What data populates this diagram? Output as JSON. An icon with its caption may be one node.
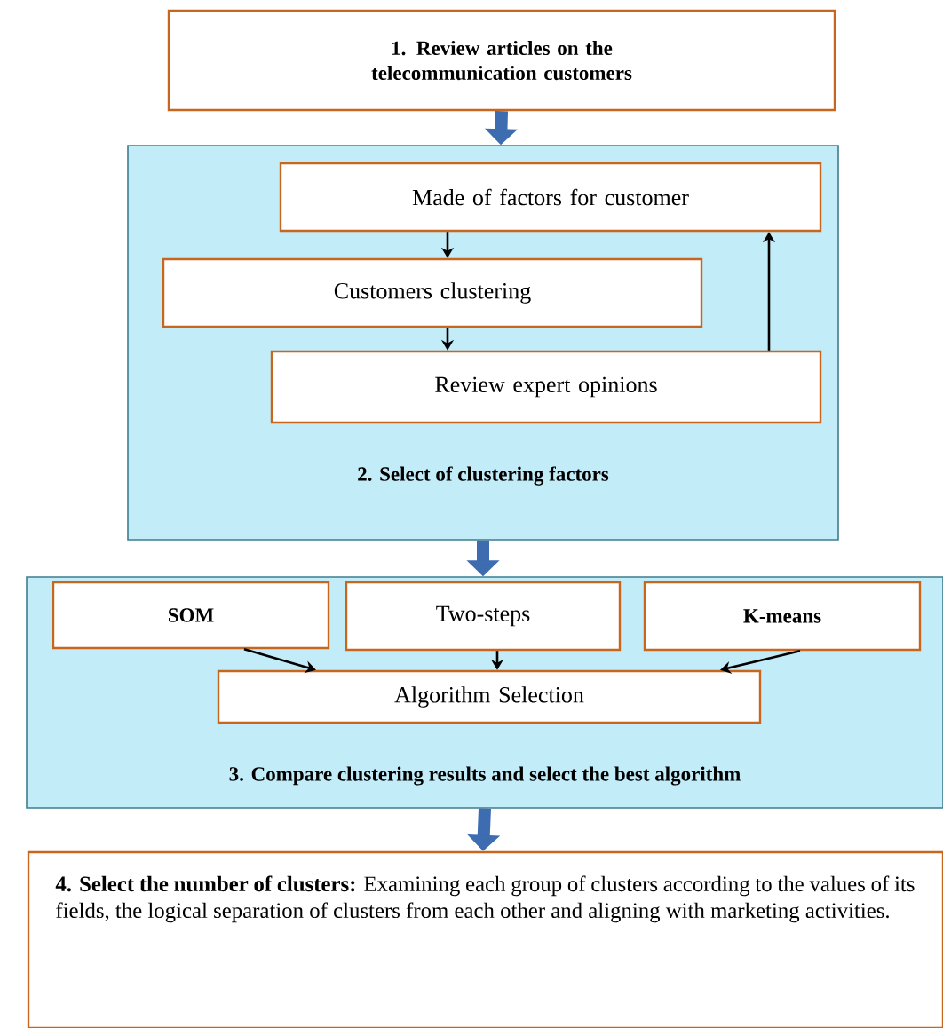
{
  "diagram": {
    "nodes": [
      {
        "text": [
          "1. Review articles on the telecommunication customers"
        ]
      },
      {
        "text": [
          "2. Select of clustering factors"
        ]
      },
      {
        "text": [
          "Made of factors for customer"
        ],
        "in": 1
      },
      {
        "text": [
          "Customers clustering"
        ],
        "in": 1
      },
      {
        "text": [
          "Review expert opinions"
        ],
        "in": 1
      },
      {
        "text": [
          "3. Compare clustering results and select the best algorithm"
        ]
      },
      {
        "text": [
          "SOM"
        ],
        "in": 5
      },
      {
        "text": [
          "Two-steps"
        ],
        "in": 5
      },
      {
        "text": [
          "K-means"
        ],
        "in": 5
      },
      {
        "text": [
          "Algorithm Selection"
        ],
        "in": 5
      },
      {
        "text": [
          "**4. Select the number of clusters:** Examining each group of clusters according to the values of its fields, the logical separation of clusters from each other and aligning with marketing activities."
        ]
      }
    ],
    "edges": [
      {
        "from": 0,
        "to": 1,
        "arrow": "to",
        "style": "thick",
        "color": "#3d6cb0"
      },
      {
        "from": 2,
        "to": 3,
        "arrow": "to"
      },
      {
        "from": 3,
        "to": 4,
        "arrow": "to"
      },
      {
        "from": 4,
        "to": 2,
        "arrow": "to"
      },
      {
        "from": 1,
        "to": 5,
        "arrow": "to",
        "style": "thick",
        "color": "#3d6cb0"
      },
      {
        "from": 6,
        "to": 9,
        "arrow": "to"
      },
      {
        "from": 7,
        "to": 9,
        "arrow": "to"
      },
      {
        "from": 8,
        "to": 9,
        "arrow": "to"
      },
      {
        "from": 5,
        "to": 10,
        "arrow": "to",
        "style": "thick",
        "color": "#3d6cb0"
      }
    ]
  }
}
